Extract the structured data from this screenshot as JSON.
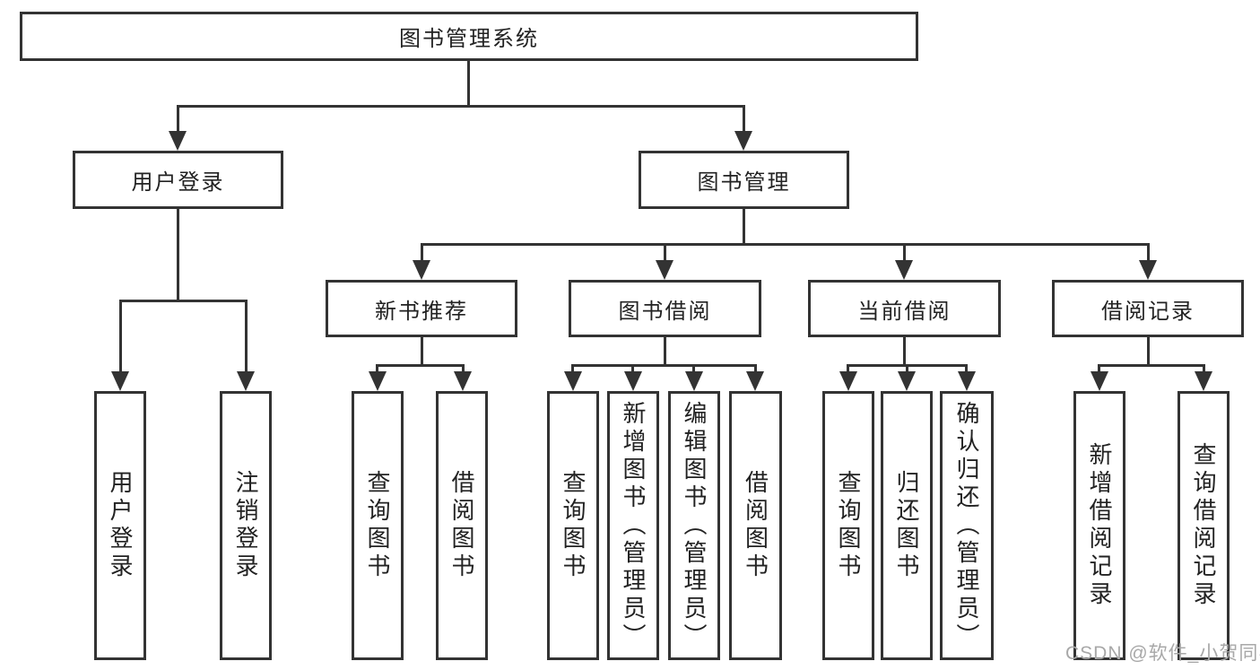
{
  "root": {
    "label": "图书管理系统"
  },
  "level2": [
    {
      "label": "用户登录"
    },
    {
      "label": "图书管理"
    }
  ],
  "level3": [
    {
      "label": "新书推荐",
      "parent": "图书管理"
    },
    {
      "label": "图书借阅",
      "parent": "图书管理"
    },
    {
      "label": "当前借阅",
      "parent": "图书管理"
    },
    {
      "label": "借阅记录",
      "parent": "图书管理"
    }
  ],
  "leaves": [
    {
      "label": "用户登录",
      "parent": "用户登录"
    },
    {
      "label": "注销登录",
      "parent": "用户登录"
    },
    {
      "label": "查询图书",
      "parent": "新书推荐"
    },
    {
      "label": "借阅图书",
      "parent": "新书推荐"
    },
    {
      "label": "查询图书",
      "parent": "图书借阅"
    },
    {
      "label": "新增图书（管理员）",
      "parent": "图书借阅"
    },
    {
      "label": "编辑图书（管理员）",
      "parent": "图书借阅"
    },
    {
      "label": "借阅图书",
      "parent": "图书借阅"
    },
    {
      "label": "查询图书",
      "parent": "当前借阅"
    },
    {
      "label": "归还图书",
      "parent": "当前借阅"
    },
    {
      "label": "确认归还（管理员）",
      "parent": "当前借阅"
    },
    {
      "label": "新增借阅记录",
      "parent": "借阅记录"
    },
    {
      "label": "查询借阅记录",
      "parent": "借阅记录"
    }
  ],
  "watermark": "CSDN @软件_小贺同学",
  "colors": {
    "line": "#333333",
    "text": "#222222",
    "watermark": "#a8a8a8",
    "background": "#ffffff"
  }
}
